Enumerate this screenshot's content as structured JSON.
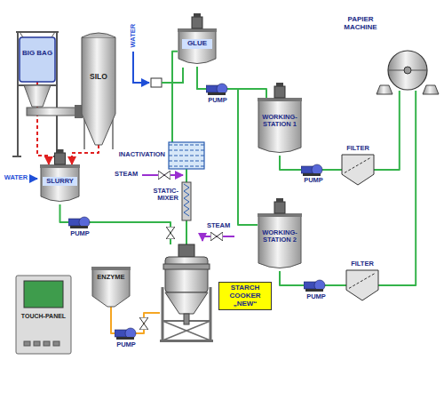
{
  "diagram": {
    "nodes": [
      {
        "text": [
          "BIG BAG"
        ]
      },
      {
        "text": [
          "SILO"
        ]
      },
      {
        "text": [
          "GLUE"
        ]
      },
      {
        "text": [
          "PAPIER MACHINE"
        ]
      },
      {
        "text": [
          "WORKING-STATION 1"
        ]
      },
      {
        "text": [
          "FILTER"
        ]
      },
      {
        "text": [
          "INACTIVATION"
        ]
      },
      {
        "text": [
          "SLURRY"
        ]
      },
      {
        "text": [
          "STATIC-MIXER"
        ]
      },
      {
        "text": [
          "WORKING-STATION 2"
        ]
      },
      {
        "text": [
          "FILTER"
        ]
      },
      {
        "text": [
          "STARCH COOKER „NEW“"
        ]
      },
      {
        "text": [
          "ENZYME"
        ]
      },
      {
        "text": [
          "TOUCH-PANEL"
        ]
      }
    ],
    "edges": [
      {
        "from": 0,
        "to": 7,
        "arrow": "to"
      },
      {
        "from": 1,
        "to": 7,
        "arrow": "to"
      },
      {
        "from": 7,
        "to": 11,
        "arrow": "none"
      },
      {
        "from": 12,
        "to": 11,
        "arrow": "none"
      },
      {
        "from": 11,
        "to": 8,
        "arrow": "none"
      },
      {
        "from": 8,
        "to": 6,
        "arrow": "none"
      },
      {
        "from": 6,
        "to": 2,
        "arrow": "none"
      },
      {
        "from": 2,
        "to": 4,
        "arrow": "none"
      },
      {
        "from": 2,
        "to": 9,
        "arrow": "none"
      },
      {
        "from": 4,
        "to": 5,
        "arrow": "none"
      },
      {
        "from": 5,
        "to": 3,
        "arrow": "none"
      },
      {
        "from": 9,
        "to": 10,
        "arrow": "none"
      },
      {
        "from": 10,
        "to": 3,
        "arrow": "none"
      }
    ],
    "labels": [
      "WATER",
      "PUMP",
      "PUMP",
      "WATER",
      "STEAM",
      "PUMP",
      "STEAM",
      "PUMP",
      "PUMP"
    ]
  }
}
